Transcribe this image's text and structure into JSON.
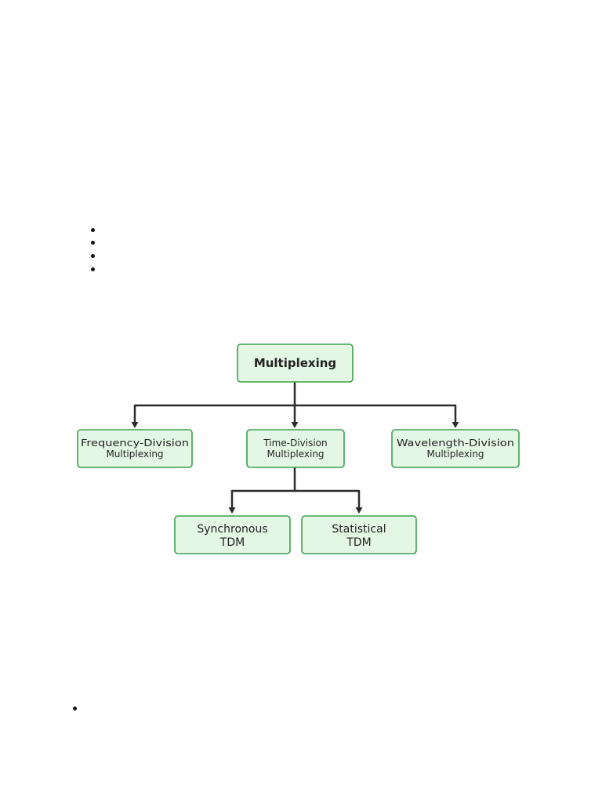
{
  "diagram": {
    "root": {
      "label": "Multiplexing"
    },
    "fdm": {
      "line1": "Frequency-Division",
      "line2": "Multiplexing"
    },
    "tdm": {
      "line1": "Time-Division",
      "line2": "Multiplexing"
    },
    "wdm": {
      "line1": "Wavelength-Division",
      "line2": "Multiplexing"
    },
    "sync_tdm": {
      "line1": "Synchronous",
      "line2": "TDM"
    },
    "stat_tdm": {
      "line1": "Statistical",
      "line2": "TDM"
    }
  },
  "colors": {
    "node_fill": "#e3f7e4",
    "node_border": "#3f9f4f",
    "connector": "#2b2b2b"
  }
}
